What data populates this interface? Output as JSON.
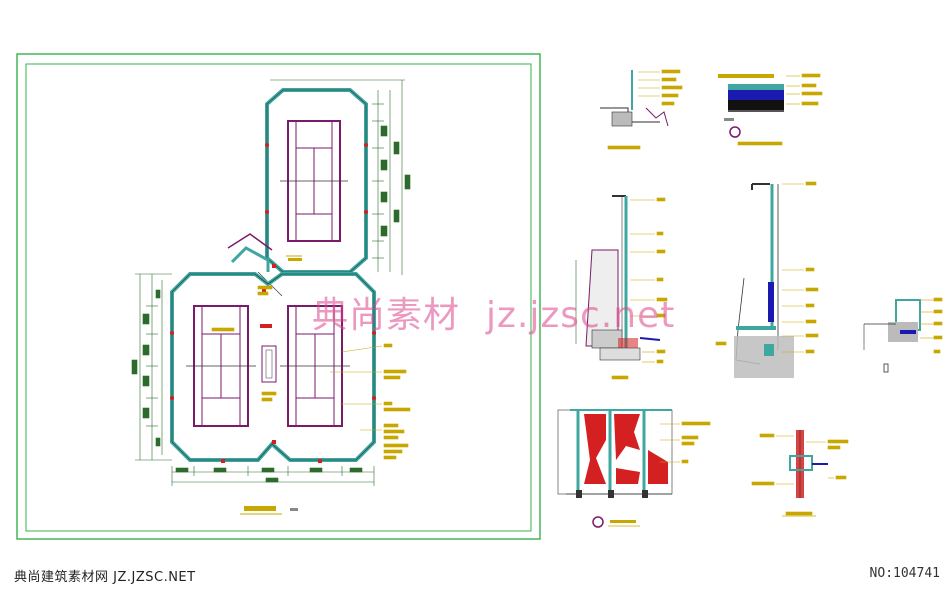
{
  "colors": {
    "frame": "#35b24a",
    "court_line": "#7a1a6a",
    "fence": "#3fa7a0",
    "dimension": "#2d6b2d",
    "annotation": "#c8a800",
    "red_mark": "#d42020",
    "blue": "#1a1ab0",
    "watermark": "#e0468c"
  },
  "watermark": {
    "text_cn": "典尚素材",
    "text_url": "jz.jzsc.net"
  },
  "footer": {
    "site_name": "典尚建筑素材网 JZ.JZSC.NET",
    "number": "NO:104741"
  }
}
